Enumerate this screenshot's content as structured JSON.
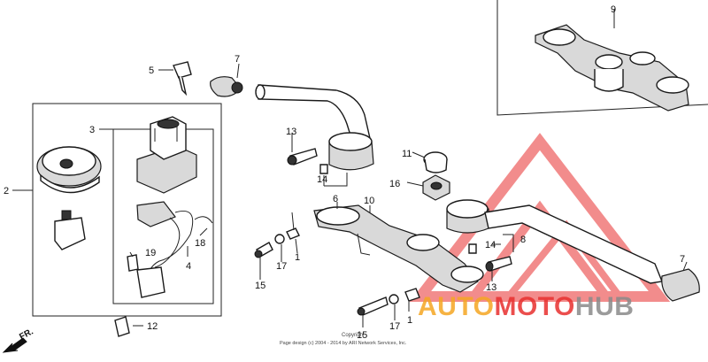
{
  "callouts": {
    "c1a": "1",
    "c1b": "1",
    "c2": "2",
    "c3": "3",
    "c4": "4",
    "c5": "5",
    "c6": "6",
    "c7a": "7",
    "c7b": "7",
    "c8": "8",
    "c9": "9",
    "c10": "10",
    "c11": "11",
    "c12": "12",
    "c13a": "13",
    "c13b": "13",
    "c14a": "14",
    "c14b": "14",
    "c15a": "15",
    "c15b": "15",
    "c16": "16",
    "c17a": "17",
    "c17b": "17",
    "c18": "18",
    "c19": "19"
  },
  "direction": {
    "label": "FR."
  },
  "footer": {
    "line1": "Copyright",
    "line2": "Page design (c) 2004 - 2014 by ARI Network Services, Inc."
  },
  "watermark": {
    "brand_a": "AUTO",
    "brand_b": "MOTO",
    "brand_c": "HUB",
    "colors": {
      "orange": "#f5a623",
      "red": "#e8302f",
      "grey": "#8a8a8a"
    }
  }
}
